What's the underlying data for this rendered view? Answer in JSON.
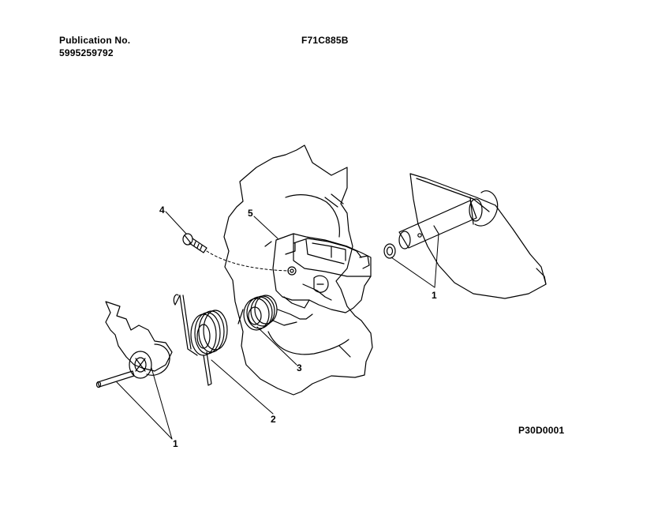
{
  "header": {
    "publication_label": "Publication No.",
    "publication_number": "5995259792",
    "model_number": "F71C885B"
  },
  "footer": {
    "diagram_code": "P30D0001"
  },
  "callouts": {
    "shield_group": "1",
    "spring": "2",
    "inner_spring": "3",
    "screw": "4",
    "damper_bracket": "5",
    "hinge_group": "1"
  },
  "colors": {
    "line": "#000000",
    "background": "#ffffff"
  }
}
